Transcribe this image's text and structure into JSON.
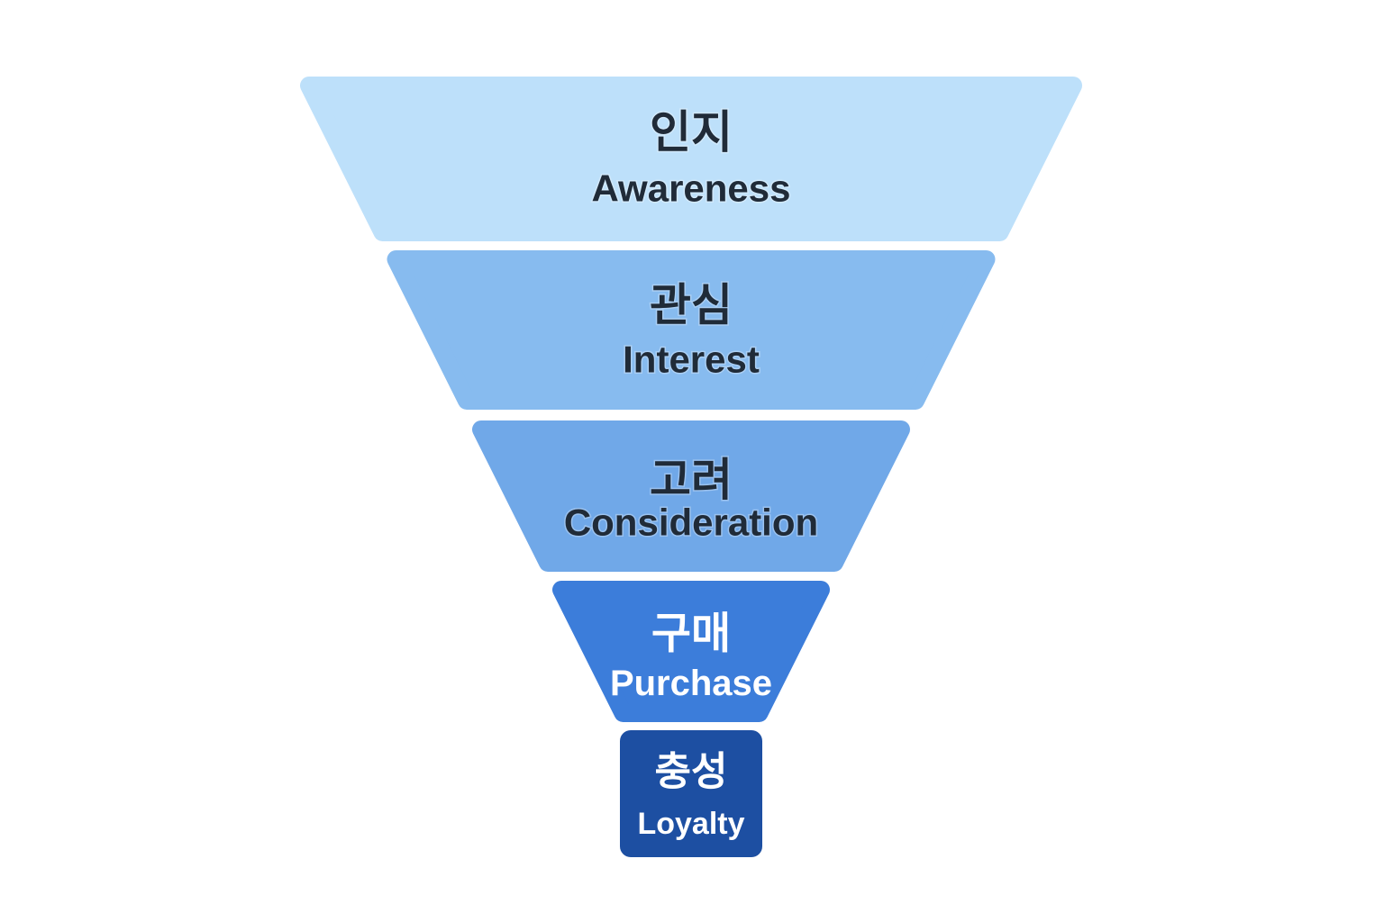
{
  "diagram": {
    "type": "funnel",
    "background_color": "#ffffff",
    "stages": [
      {
        "id": "awareness",
        "label_ko": "인지",
        "label_en": "Awareness",
        "fill": "#BDE0FA",
        "text_color": "#202B38"
      },
      {
        "id": "interest",
        "label_ko": "관심",
        "label_en": "Interest",
        "fill": "#87BBEF",
        "text_color": "#202B38"
      },
      {
        "id": "consideration",
        "label_ko": "고려",
        "label_en": "Consideration",
        "fill": "#70A8E8",
        "text_color": "#202B38"
      },
      {
        "id": "purchase",
        "label_ko": "구매",
        "label_en": "Purchase",
        "fill": "#3C7DDA",
        "text_color": "#FFFFFF"
      },
      {
        "id": "loyalty",
        "label_ko": "충성",
        "label_en": "Loyalty",
        "fill": "#1D4FA2",
        "text_color": "#FFFFFF"
      }
    ]
  }
}
